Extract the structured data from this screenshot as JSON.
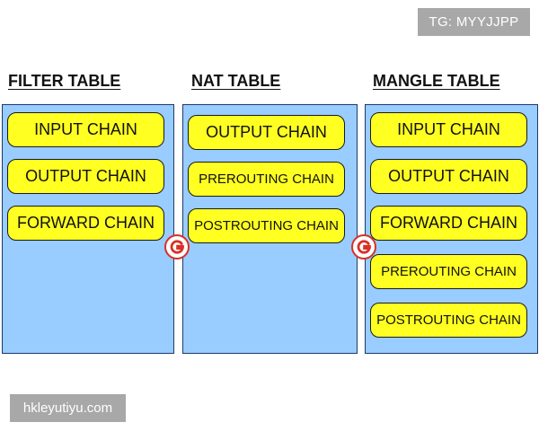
{
  "watermarks": {
    "tag": "TG: MYYJJPP",
    "site": "hkleyutiyu.com"
  },
  "tables": [
    {
      "title": "FILTER TABLE",
      "chains": [
        "INPUT CHAIN",
        "OUTPUT CHAIN",
        "FORWARD CHAIN"
      ]
    },
    {
      "title": "NAT TABLE",
      "chains": [
        "OUTPUT CHAIN",
        "PREROUTING CHAIN",
        "POSTROUTING CHAIN"
      ]
    },
    {
      "title": "MANGLE TABLE",
      "chains": [
        "INPUT CHAIN",
        "OUTPUT CHAIN",
        "FORWARD CHAIN",
        "PREROUTING CHAIN",
        "POSTROUTING CHAIN"
      ]
    }
  ],
  "colors": {
    "panel": "#99ccff",
    "chain": "#ffff22",
    "logo": "#d93025"
  },
  "icons": {
    "logo": "g-logo-icon"
  }
}
